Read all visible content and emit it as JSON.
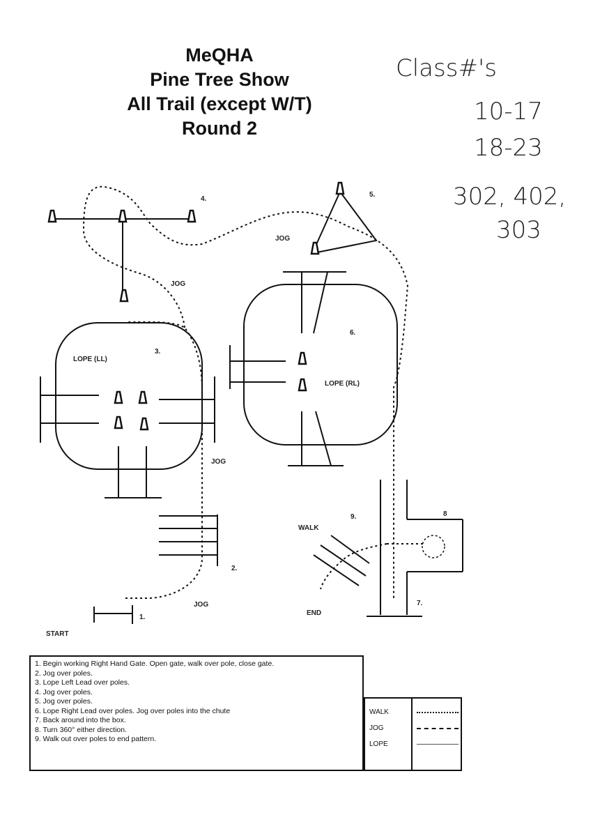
{
  "title_lines": [
    "MeQHA",
    "Pine Tree Show",
    "All Trail (except W/T)",
    "Round 2"
  ],
  "handwritten": {
    "heading": "Class#'s",
    "line1": "10-17",
    "line2": "18-23",
    "line3": "302, 402,",
    "line4": "303"
  },
  "diagram_labels": {
    "obs1": "1.",
    "obs2": "2.",
    "obs3": "3.",
    "obs4": "4.",
    "obs5": "5.",
    "obs6": "6.",
    "obs7": "7.",
    "obs8": "8",
    "obs9": "9.",
    "start": "START",
    "end": "END",
    "walk": "WALK",
    "jog_a": "JOG",
    "jog_b": "JOG",
    "jog_c": "JOG",
    "jog_d": "JOG",
    "lope_ll": "LOPE (LL)",
    "lope_rl": "LOPE (RL)"
  },
  "steps": [
    "1.  Begin working Right Hand Gate. Open gate, walk over pole, close gate.",
    "2.  Jog over poles.",
    "3.  Lope Left Lead over poles.",
    "4.  Jog over poles.",
    "5.  Jog over poles.",
    "6.  Lope Right Lead over poles. Jog over poles into the chute",
    "7.  Back around into the box.",
    "8.  Turn 360° either direction.",
    "9.  Walk out over poles to end pattern."
  ],
  "legend": [
    {
      "label": "WALK",
      "style": "dotted"
    },
    {
      "label": "JOG",
      "style": "dashed"
    },
    {
      "label": "LOPE",
      "style": "solid"
    }
  ]
}
